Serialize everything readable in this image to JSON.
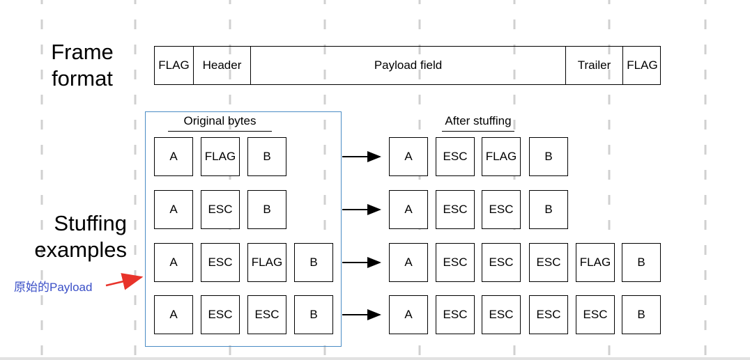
{
  "frame_format": {
    "label": [
      "Frame",
      "format"
    ],
    "fields": [
      "FLAG",
      "Header",
      "Payload field",
      "Trailer",
      "FLAG"
    ]
  },
  "stuffing": {
    "label": [
      "Stuffing",
      "examples"
    ],
    "original_title": "Original bytes",
    "after_title": "After stuffing",
    "rows": [
      {
        "original": [
          "A",
          "FLAG",
          "B"
        ],
        "after": [
          "A",
          "ESC",
          "FLAG",
          "B"
        ]
      },
      {
        "original": [
          "A",
          "ESC",
          "B"
        ],
        "after": [
          "A",
          "ESC",
          "ESC",
          "B"
        ]
      },
      {
        "original": [
          "A",
          "ESC",
          "FLAG",
          "B"
        ],
        "after": [
          "A",
          "ESC",
          "ESC",
          "ESC",
          "FLAG",
          "B"
        ]
      },
      {
        "original": [
          "A",
          "ESC",
          "ESC",
          "B"
        ],
        "after": [
          "A",
          "ESC",
          "ESC",
          "ESC",
          "ESC",
          "B"
        ]
      }
    ]
  },
  "annotation": {
    "text": "原始的Payload",
    "color": "#3a4fc7",
    "arrow_color": "#e8332a"
  },
  "colors": {
    "box_border": "#4a8cc4",
    "background_dashes": "#d0d0d0"
  }
}
